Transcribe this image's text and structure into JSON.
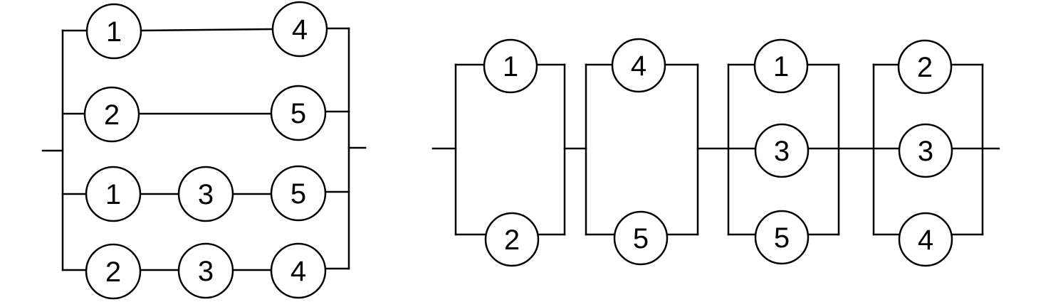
{
  "colors": {
    "line": "#000000",
    "background": "#ffffff"
  },
  "diagram_left": {
    "nodes": [
      {
        "id": "l-1a",
        "label": "1"
      },
      {
        "id": "l-4a",
        "label": "4"
      },
      {
        "id": "l-2a",
        "label": "2"
      },
      {
        "id": "l-5a",
        "label": "5"
      },
      {
        "id": "l-1b",
        "label": "1"
      },
      {
        "id": "l-3a",
        "label": "3"
      },
      {
        "id": "l-5b",
        "label": "5"
      },
      {
        "id": "l-2b",
        "label": "2"
      },
      {
        "id": "l-3b",
        "label": "3"
      },
      {
        "id": "l-4b",
        "label": "4"
      }
    ]
  },
  "diagram_right": {
    "nodes": [
      {
        "id": "r-1a",
        "label": "1"
      },
      {
        "id": "r-2a",
        "label": "2"
      },
      {
        "id": "r-4a",
        "label": "4"
      },
      {
        "id": "r-5a",
        "label": "5"
      },
      {
        "id": "r-1b",
        "label": "1"
      },
      {
        "id": "r-3a",
        "label": "3"
      },
      {
        "id": "r-5b",
        "label": "5"
      },
      {
        "id": "r-2b",
        "label": "2"
      },
      {
        "id": "r-3b",
        "label": "3"
      },
      {
        "id": "r-4b",
        "label": "4"
      }
    ]
  }
}
